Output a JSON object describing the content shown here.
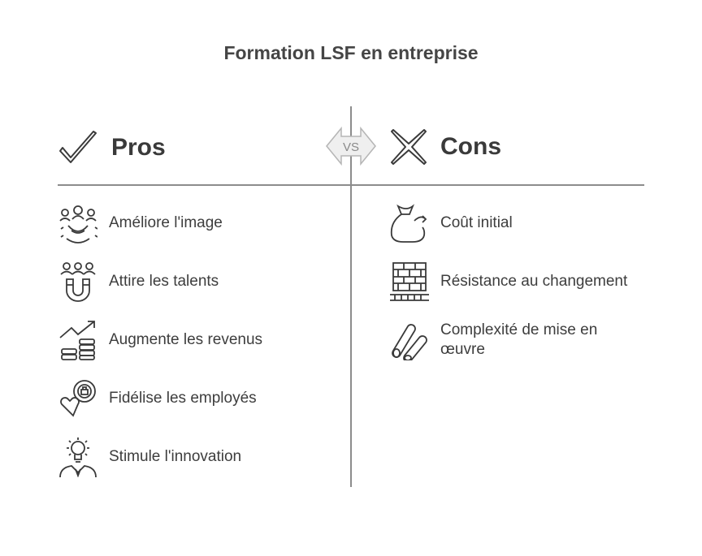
{
  "title": "Formation LSF en entreprise",
  "vs_label": "VS",
  "pros": {
    "heading": "Pros",
    "items": [
      {
        "label": "Améliore l'image",
        "icon": "gear-people-icon"
      },
      {
        "label": "Attire les talents",
        "icon": "magnet-people-icon"
      },
      {
        "label": "Augmente les revenus",
        "icon": "growth-coins-icon"
      },
      {
        "label": "Fidélise les employés",
        "icon": "heart-badge-icon"
      },
      {
        "label": "Stimule l'innovation",
        "icon": "lightbulb-person-icon"
      }
    ]
  },
  "cons": {
    "heading": "Cons",
    "items": [
      {
        "label": "Coût initial",
        "icon": "money-bag-icon"
      },
      {
        "label": "Résistance au changement",
        "icon": "brick-wall-icon"
      },
      {
        "label": "Complexité de mise en œuvre",
        "icon": "tangled-rolls-icon"
      }
    ]
  },
  "colors": {
    "line": "#8c8c8c",
    "icon_stroke": "#3a3a3a",
    "text": "#3d3d3d",
    "vs_fill": "#efefef"
  }
}
